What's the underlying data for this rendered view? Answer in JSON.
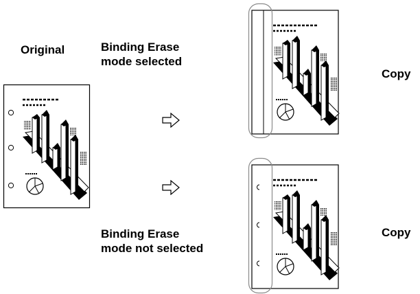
{
  "labels": {
    "original": "Original",
    "selected": "Binding Erase\nmode selected",
    "not_selected": "Binding Erase\nmode not selected",
    "copy_top": "Copy",
    "copy_bottom": "Copy"
  },
  "icons": {
    "arrow": "right-hollow-arrow-icon",
    "page": "document-page-icon",
    "binding_hole": "punch-hole-icon",
    "erase_highlight": "rounded-highlight-icon"
  },
  "colors": {
    "ink": "#000000",
    "highlight": "#8a8a8a",
    "paper": "#ffffff",
    "erase_band": "#ffffff"
  }
}
